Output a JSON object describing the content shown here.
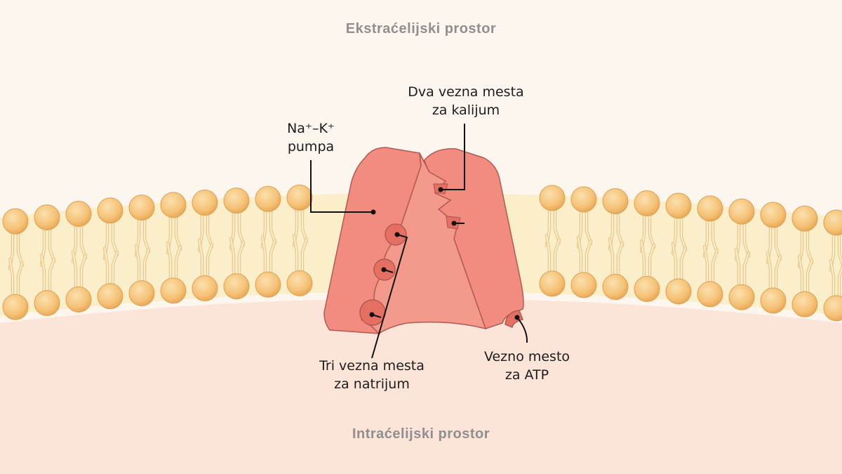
{
  "regions": {
    "extracellular": "Ekstraćelijski prostor",
    "intracellular": "Intraćelijski prostor"
  },
  "labels": {
    "pump": {
      "line1": "Na⁺–K⁺",
      "line2": "pumpa"
    },
    "potassium_sites": {
      "line1": "Dva vezna mesta",
      "line2": "za kalijum"
    },
    "sodium_sites": {
      "line1": "Tri vezna mesta",
      "line2": "za natrijum"
    },
    "atp_site": {
      "line1": "Vezno mesto",
      "line2": "za ATP"
    }
  },
  "colors": {
    "extracellular_bg": "#fdf6ef",
    "intracellular_bg": "#fce4d8",
    "lipid_head": "#f5c277",
    "pump_body": "#f28b80",
    "pump_outline": "#b25a52"
  }
}
